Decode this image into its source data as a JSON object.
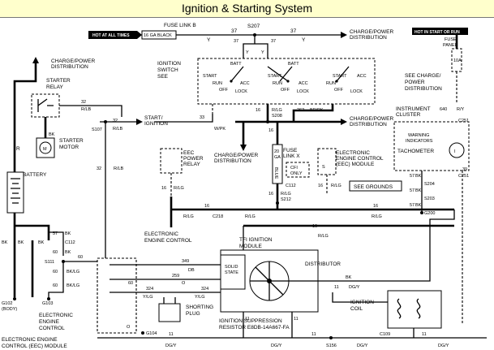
{
  "title": "Ignition & Starting System",
  "labels": {
    "fuse_link_b": "FUSE LINK B",
    "hot_at_all_times": "HOT AT ALL TIMES",
    "ga_black": "16 GA BLACK",
    "charge_power_dist": "CHARGE/POWER",
    "distribution": "DISTRIBUTION",
    "hot_start_run": "HOT IN START OR RUN",
    "fuse_panel": "FUSE",
    "panel": "PANEL",
    "fuse_10a": "10A",
    "ignition_switch": "IGNITION",
    "switch": "SWITCH",
    "see": "SEE",
    "starter_relay": "STARTER",
    "relay": "RELAY",
    "starter_motor": "STARTER",
    "motor": "MOTOR",
    "battery": "BATTERY",
    "start_ignition": "START/",
    "ignition": "IGNITION",
    "eec_power_relay_1": "EEC",
    "eec_power_relay_2": "POWER",
    "eec_power_relay_3": "RELAY",
    "fuse_link_x_1": "FUSE",
    "fuse_link_x_2": "LINK X",
    "cfi_only_1": "CFI",
    "cfi_only_2": "ONLY",
    "eec_module_1": "ELECTRONIC",
    "eec_module_2": "ENGINE CONTROL",
    "eec_module_3": "(EEC) MODULE",
    "see_grounds": "SEE GROUNDS",
    "see_charge_1": "SEE CHARGE/",
    "see_charge_2": "POWER",
    "see_charge_3": "DISTRIBUTION",
    "instrument_cluster_1": "INSTRUMENT",
    "instrument_cluster_2": "CLUSTER",
    "warning_indicators_1": "WARNING",
    "warning_indicators_2": "INDICATORS",
    "tachometer": "TACHOMETER",
    "electronic_engine_control_1": "ELECTRONIC",
    "electronic_engine_control_2": "ENGINE CONTROL",
    "tfi_module_1": "TFI IGNITION",
    "tfi_module_2": "MODULE",
    "solid_state_1": "SOLID",
    "solid_state_2": "STATE",
    "distributor": "DISTRIBUTOR",
    "ignition_coil_1": "IGNITION",
    "ignition_coil_2": "COIL",
    "shorting_plug_1": "SHORTING",
    "shorting_plug_2": "PLUG",
    "suppression_1": "IGNITION SUPPRESSION",
    "suppression_2": "RESISTOR E8DB-14A667-FA",
    "eec_left_1": "ELECTRONIC",
    "eec_left_2": "ENGINE",
    "eec_left_3": "CONTROL",
    "eec_bottom": "ELECTRONIC ENGINE",
    "eec_bottom_2": "CONTROL (EEC) MODULE",
    "body": "(BODY)",
    "batt": "BATT",
    "start": "START",
    "run": "RUN",
    "acc": "ACC",
    "off": "OFF",
    "lock": "LOCK"
  },
  "wire_labels": {
    "w37": "37",
    "y": "Y",
    "s207": "S207",
    "w32": "32",
    "r_lb": "R/LB",
    "s107": "S107",
    "w33": "33",
    "w_pk": "W/PK",
    "w16": "16",
    "r_lg": "R/LG",
    "s208": "S208",
    "w262": "262",
    "br_pk": "BR/PK",
    "w20": "20",
    "ga": "GA",
    "blue": "BLUE",
    "c112": "C112",
    "s212": "S212",
    "c218": "C218",
    "w640": "640",
    "r_y": "R/Y",
    "c251": "C251",
    "w57": "57",
    "bk": "BK",
    "s204": "S204",
    "s203": "S203",
    "g200": "G200",
    "w39": "39",
    "s111": "S111",
    "w60": "60",
    "bk_lg": "BK/LG",
    "g102": "G102",
    "g103": "G103",
    "w349": "349",
    "db": "DB",
    "w259": "259",
    "w324": "324",
    "y_lg": "Y/LG",
    "w11": "11",
    "dg_y": "DG/Y",
    "g104": "G104",
    "s156": "S156",
    "c109": "C109",
    "r": "R",
    "o": "O",
    "m": "M",
    "s": "S",
    "i": "I"
  }
}
